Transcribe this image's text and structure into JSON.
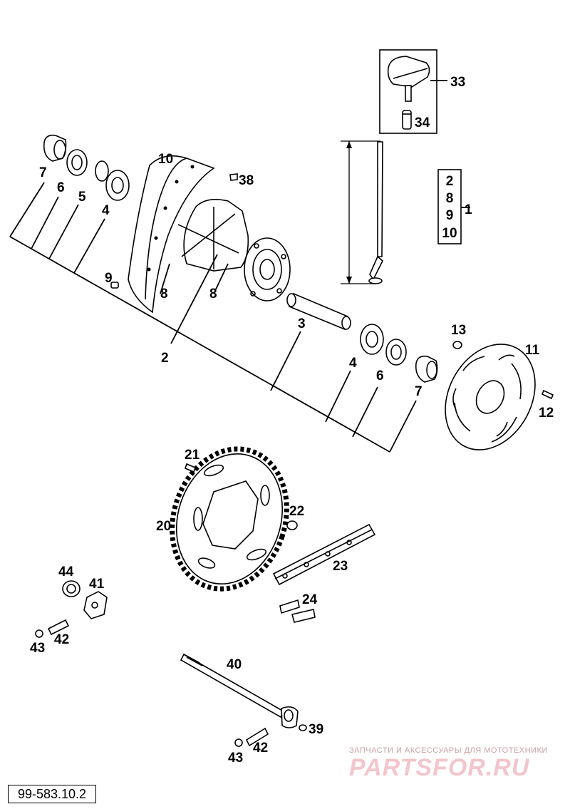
{
  "labels": {
    "p1": "1",
    "p2": "2",
    "p3": "3",
    "p4a": "4",
    "p4b": "4",
    "p5": "5",
    "p6a": "6",
    "p6b": "6",
    "p7a": "7",
    "p7b": "7",
    "p8a": "8",
    "p8b": "8",
    "p9": "9",
    "p10": "10",
    "p11": "11",
    "p12": "12",
    "p13": "13",
    "p20": "20",
    "p21": "21",
    "p22": "22",
    "p23": "23",
    "p24": "24",
    "p33": "33",
    "p34": "34",
    "p38": "38",
    "p39": "39",
    "p40": "40",
    "p41": "41",
    "p42a": "42",
    "p42b": "42",
    "p43a": "43",
    "p43b": "43",
    "p44": "44"
  },
  "kit_box": [
    "2",
    "8",
    "9",
    "10"
  ],
  "drawing_code": "99-583.10.2",
  "watermark": {
    "tagline": "ЗАПЧАСТИ И АКСЕССУАРЫ ДЛЯ МОТОТЕХНИКИ",
    "brand": "PARTSFOR.RU"
  }
}
